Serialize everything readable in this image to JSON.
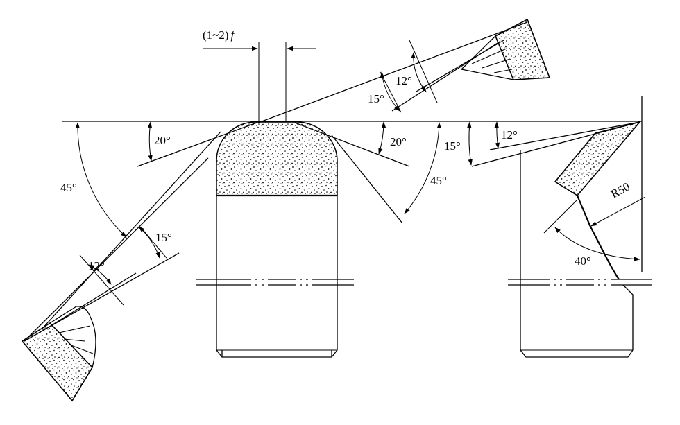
{
  "labels": {
    "feed": "(1~2)",
    "feed_f": "f",
    "a20_left": "20°",
    "a20_right": "20°",
    "a45_left": "45°",
    "a45_right": "45°",
    "a15_left": "15°",
    "a12_left": "12°",
    "a15_top": "15°",
    "a12_top": "12°",
    "a15_right": "15°",
    "a12_right": "12°",
    "r50": "R50",
    "a40": "40°"
  }
}
